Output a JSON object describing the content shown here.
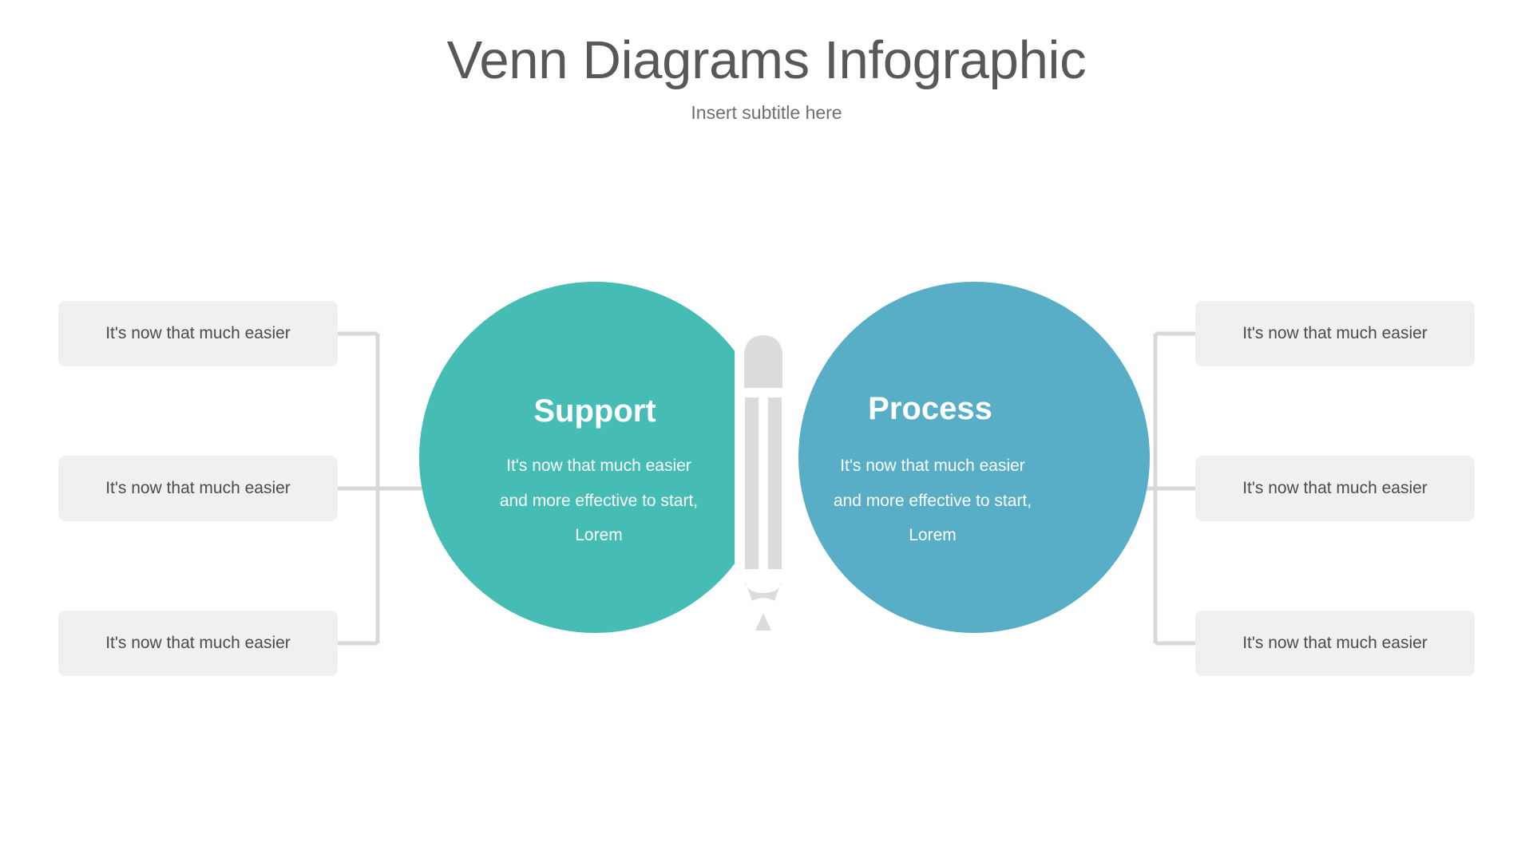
{
  "header": {
    "title": "Venn Diagrams Infographic",
    "subtitle": "Insert subtitle here"
  },
  "colors": {
    "left_circle": "#45bdb4",
    "right_circle": "#58aec7",
    "title_text": "#585859",
    "subtitle_text": "#6e6f71",
    "box_background": "#f0f0f0",
    "box_text": "#4c4c4e",
    "connector_line": "#d8d8d8",
    "pencil_outline": "#ffffff",
    "pencil_inner": "#dcdcdc"
  },
  "venn": {
    "left": {
      "label": "Support",
      "body": "It's now that much easier and more effective to start, Lorem"
    },
    "right": {
      "label": "Process",
      "body": "It's now that much easier and more effective to start, Lorem"
    },
    "center_icon": "pencil-icon"
  },
  "left_items": [
    {
      "label": "It's now that much easier"
    },
    {
      "label": "It's now that much easier"
    },
    {
      "label": "It's now that much easier"
    }
  ],
  "right_items": [
    {
      "label": "It's now that much easier"
    },
    {
      "label": "It's now that much easier"
    },
    {
      "label": "It's now that much easier"
    }
  ]
}
